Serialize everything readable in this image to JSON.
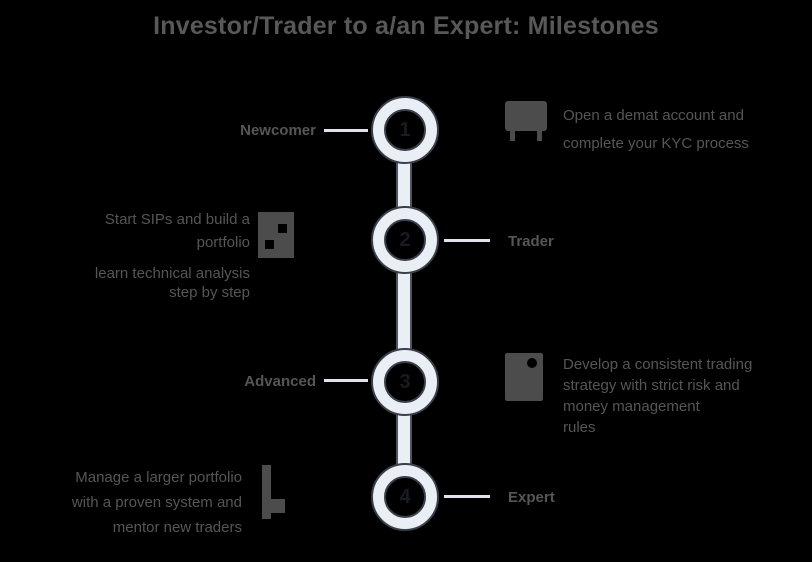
{
  "title": "Investor/Trader to a/an Expert: Milestones",
  "colors": {
    "background": "#000000",
    "text": "#565656",
    "ring_fill": "#eaeff6",
    "ring_outline": "#3a3f4a",
    "connector_fill": "#eaeff6",
    "connector_edge": "#4e5560",
    "tick": "#dfe4ea",
    "icon": "#4c4c4c"
  },
  "milestones": [
    {
      "number": "1",
      "label": "Newcomer",
      "label_side": "left",
      "icon": "storefront-icon",
      "desc_side": "right",
      "desc_lines": [
        "Open a demat account and",
        "complete your KYC process"
      ]
    },
    {
      "number": "2",
      "label": "Trader",
      "label_side": "right",
      "icon": "building-icon",
      "desc_side": "left",
      "desc_lines": [
        "Start SIPs and build a",
        "portfolio",
        "learn technical analysis",
        "step by step"
      ]
    },
    {
      "number": "3",
      "label": "Advanced",
      "label_side": "left",
      "icon": "document-icon",
      "desc_side": "right",
      "desc_lines": [
        "Develop a consistent trading",
        "strategy with strict risk and",
        "money management",
        "rules"
      ]
    },
    {
      "number": "4",
      "label": "Expert",
      "label_side": "right",
      "icon": "flag-icon",
      "desc_side": "left",
      "desc_lines": [
        "Manage a larger portfolio",
        "with a proven system and",
        "mentor new traders"
      ]
    }
  ]
}
